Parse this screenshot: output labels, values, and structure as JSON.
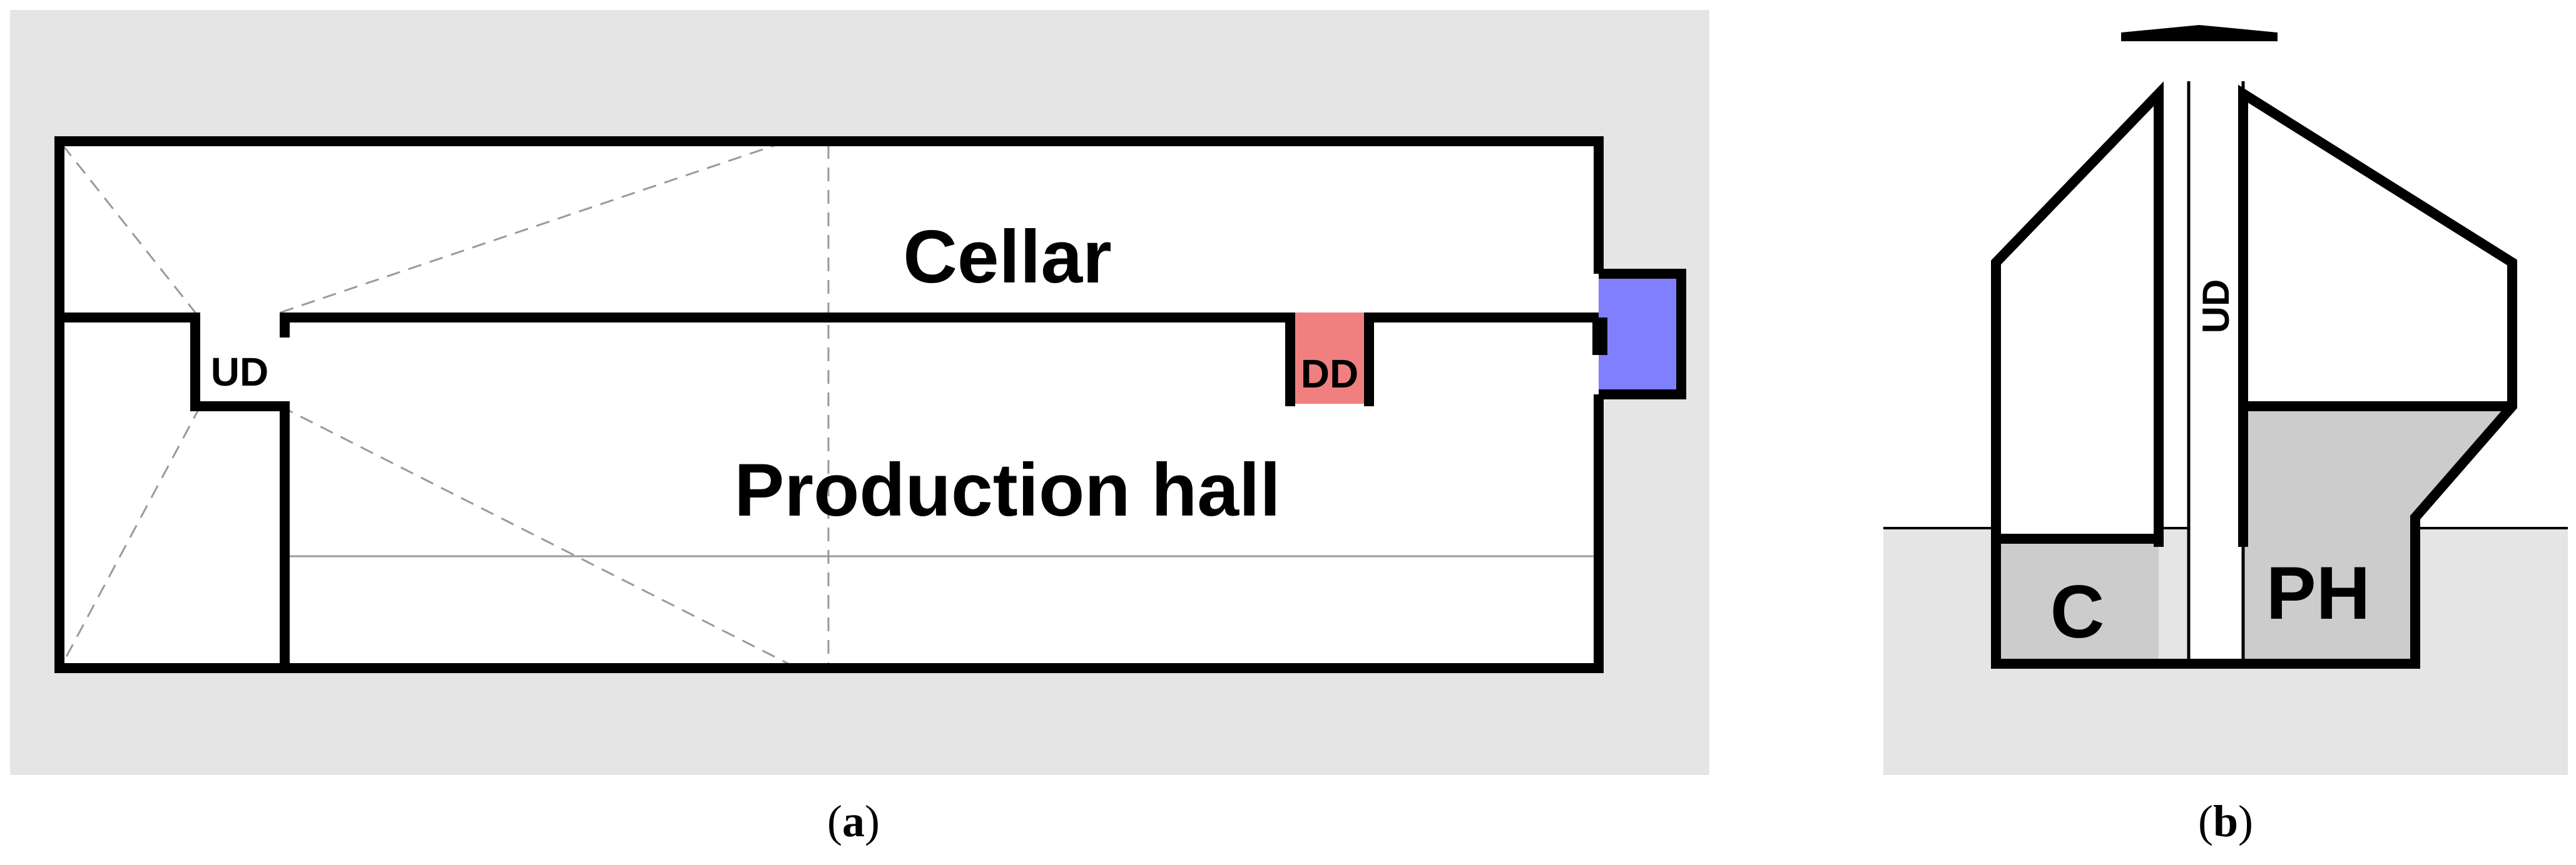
{
  "panel_a": {
    "room_upper": "Cellar",
    "room_lower": "Production hall",
    "shaft_label": "UD",
    "duct_label": "DD",
    "caption_letter": "a",
    "colors": {
      "background": "#e5e5e5",
      "building_fill": "#ffffff",
      "walls": "#000000",
      "duct_fill": "#f08080",
      "outlet_fill": "#8080ff",
      "dashed_lines": "#9a9a9a",
      "thin_lines": "#9a9a9a"
    }
  },
  "panel_b": {
    "shaft_label": "UD",
    "room_left": "C",
    "room_right": "PH",
    "caption_letter": "b",
    "colors": {
      "ground_fill": "#e5e5e5",
      "room_fill": "#cccccc",
      "walls": "#000000",
      "ground_line": "#000000"
    }
  }
}
